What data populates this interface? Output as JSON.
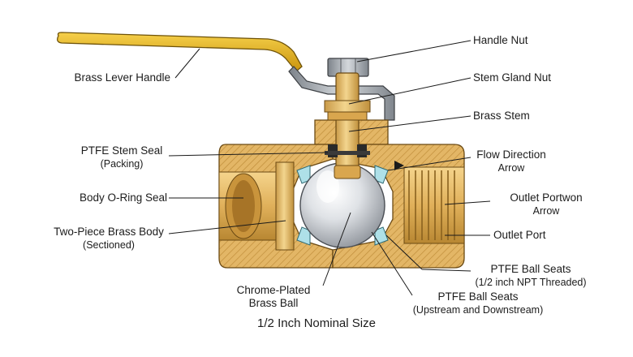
{
  "caption": "1/2 Inch Nominal Size",
  "labels": {
    "handle_nut": "Handle Nut",
    "stem_gland_nut": "Stem Gland Nut",
    "brass_stem": "Brass Stem",
    "brass_lever_handle": "Brass Lever Handle",
    "ptfe_stem_seal": "PTFE Stem Seal",
    "ptfe_stem_seal_sub": "(Packing)",
    "flow_direction": "Flow Direction",
    "flow_direction_sub": "Arrow",
    "body_oring_seal": "Body O-Ring Seal",
    "outlet_portwon": "Outlet Portwon",
    "outlet_portwon_sub": "Arrow",
    "two_piece_body": "Two-Piece Brass Body",
    "two_piece_body_sub": "(Sectioned)",
    "outlet_port": "Outlet Port",
    "ball_seats_threaded": "PTFE Ball Seats",
    "ball_seats_threaded_sub": "(1/2 inch NPT Threaded)",
    "chrome_ball": "Chrome-Plated",
    "chrome_ball_sub": "Brass Ball",
    "ball_seats_updown": "PTFE Ball Seats",
    "ball_seats_updown_sub": "(Upstream and Downstream)"
  },
  "colors": {
    "brass_light": "#f0c878",
    "brass_mid": "#d9a64e",
    "brass_dark": "#a8782c",
    "handle_yellow": "#e8b422",
    "steel": "#9aa0a6",
    "ball_light": "#f4f5f7",
    "ball_dark": "#a9adb3",
    "ptfe_seat": "#aee0e8",
    "leader_line": "#1a1a1a"
  }
}
